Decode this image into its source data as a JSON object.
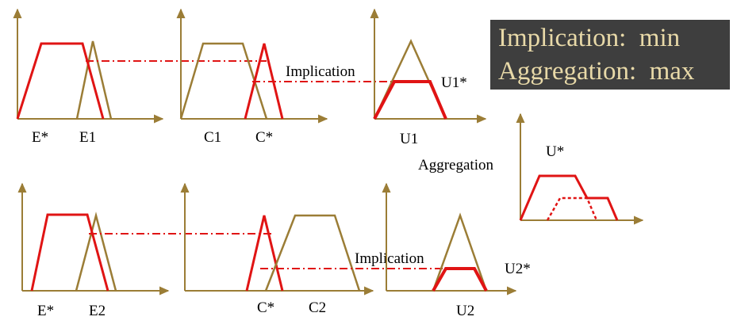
{
  "colors": {
    "axis": "#9b7d36",
    "consequence_set": "#9b7d36",
    "membership_cut": "#e01414",
    "info_box_bg": "#3e3e3e",
    "info_box_text": "#e8d9a8"
  },
  "info_box": {
    "line1": "Implication:  min",
    "line2": "Aggregation:  max"
  },
  "rule1": {
    "premise_labels": {
      "input": "E*",
      "set": "E1"
    },
    "consequence_labels": {
      "set": "C1",
      "input": "C*"
    },
    "implication_label": "Implication",
    "output_label": "U1",
    "output_cut_label": "U1*"
  },
  "rule2": {
    "premise_labels": {
      "input": "E*",
      "set": "E2"
    },
    "consequence_labels": {
      "input": "C*",
      "set": "C2"
    },
    "implication_label": "Implication",
    "output_label": "U2",
    "output_cut_label": "U2*"
  },
  "aggregation": {
    "label": "Aggregation",
    "output_label": "U*"
  }
}
